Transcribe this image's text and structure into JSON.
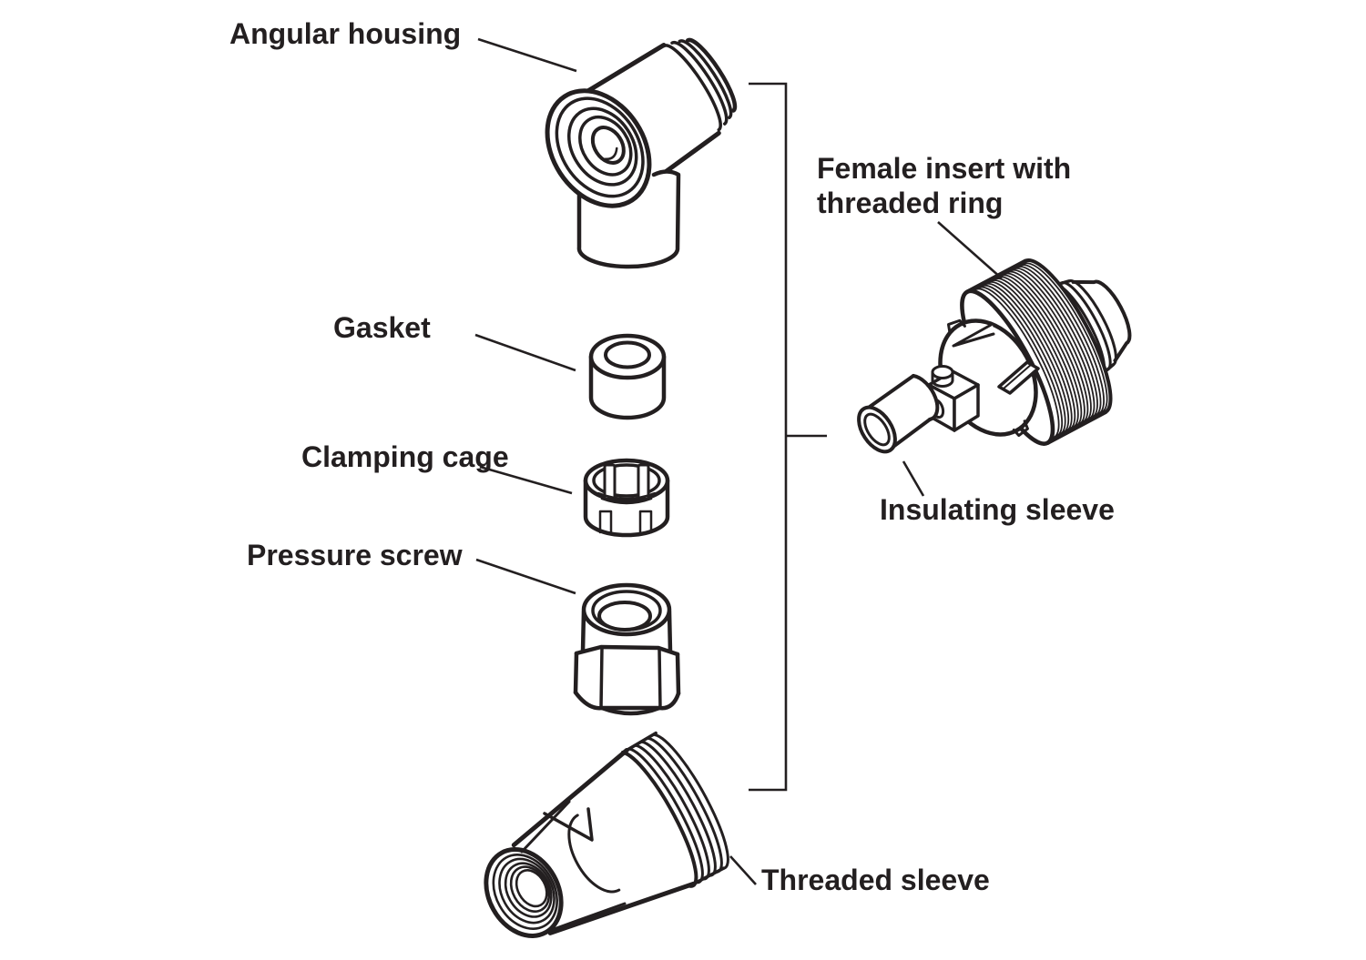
{
  "colors": {
    "background": "#ffffff",
    "ink": "#231f20"
  },
  "labels": {
    "angular_housing": "Angular housing",
    "gasket": "Gasket",
    "clamping_cage": "Clamping cage",
    "pressure_screw": "Pressure screw",
    "female_insert_line1": "Female insert with",
    "female_insert_line2": "threaded ring",
    "insulating_sleeve": "Insulating sleeve",
    "threaded_sleeve": "Threaded sleeve"
  }
}
